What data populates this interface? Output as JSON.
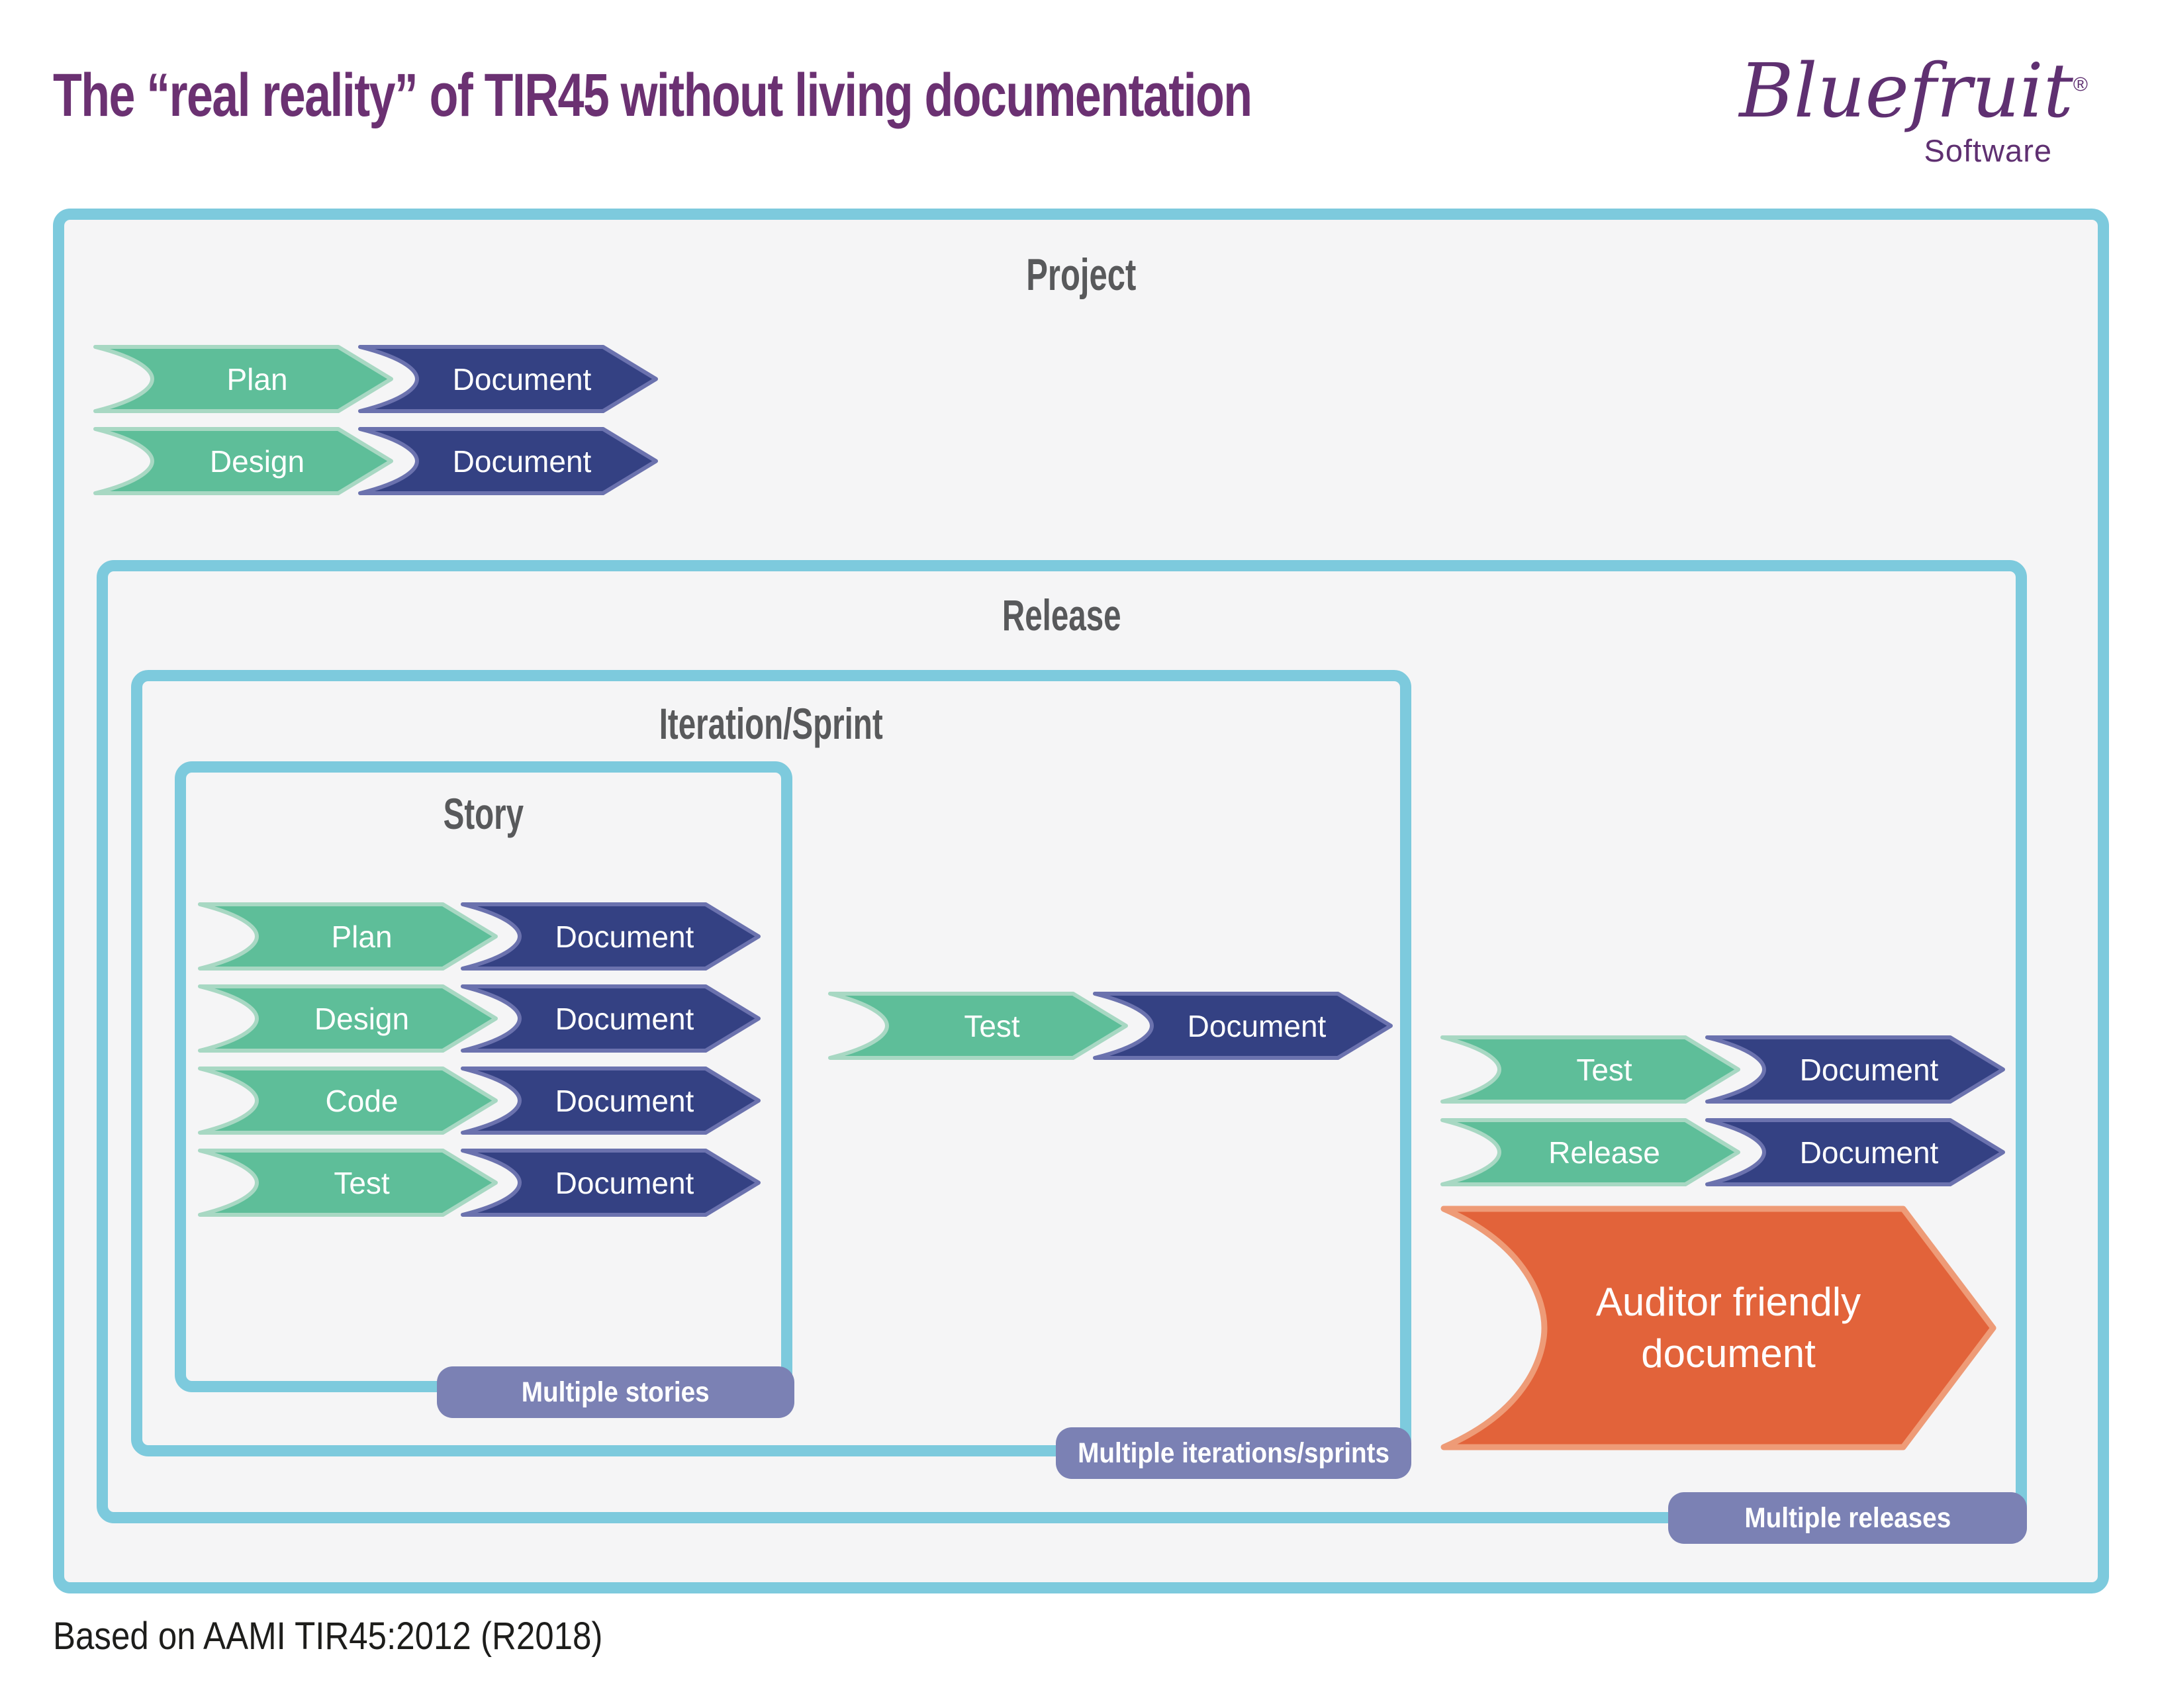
{
  "title": "The “real reality” of TIR45 without living documentation",
  "logo": {
    "brand": "Bluefruit",
    "registered": "®",
    "suffix": "Software"
  },
  "footer": "Based on AAMI TIR45:2012 (R2018)",
  "colors": {
    "accent_blue": "#7dcadd",
    "panel_gray": "#f5f5f6",
    "green": "#5ebe99",
    "green_stroke": "#a8d8c3",
    "navy": "#344183",
    "navy_stroke": "#6b72ae",
    "orange": "#e2633a",
    "orange_stroke": "#ee9b77",
    "badge": "#7b81b4",
    "title_purple": "#6b3172",
    "header_gray": "#58595b"
  },
  "project": {
    "label": "Project",
    "rows": [
      {
        "step": "Plan",
        "doc": "Document"
      },
      {
        "step": "Design",
        "doc": "Document"
      }
    ]
  },
  "release": {
    "label": "Release",
    "badge": "Multiple releases"
  },
  "iteration": {
    "label": "Iteration/Sprint",
    "badge": "Multiple iterations/sprints",
    "row": {
      "step": "Test",
      "doc": "Document"
    }
  },
  "story": {
    "label": "Story",
    "badge": "Multiple stories",
    "rows": [
      {
        "step": "Plan",
        "doc": "Document"
      },
      {
        "step": "Design",
        "doc": "Document"
      },
      {
        "step": "Code",
        "doc": "Document"
      },
      {
        "step": "Test",
        "doc": "Document"
      }
    ]
  },
  "release_outputs": {
    "rows": [
      {
        "step": "Test",
        "doc": "Document"
      },
      {
        "step": "Release",
        "doc": "Document"
      }
    ],
    "auditor": "Auditor friendly document"
  }
}
